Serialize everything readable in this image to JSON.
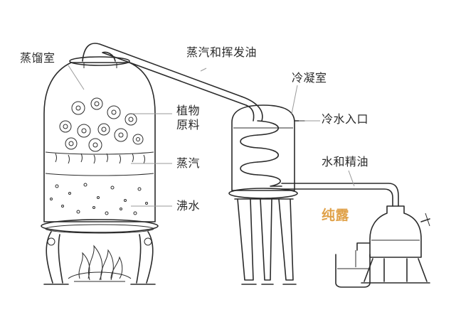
{
  "labels": {
    "distillation_chamber": "蒸馏室",
    "steam_and_oil": "蒸汽和挥发油",
    "condenser": "冷凝室",
    "plant_material_line1": "植物",
    "plant_material_line2": "原料",
    "cold_water_inlet": "冷水入口",
    "steam": "蒸汽",
    "water_and_oil": "水和精油",
    "boiling_water": "沸水",
    "hydrosol": "纯露"
  },
  "colors": {
    "line": "#2b2b2b",
    "text": "#2b2b2b",
    "accent": "#e0a24a",
    "background": "#ffffff"
  }
}
